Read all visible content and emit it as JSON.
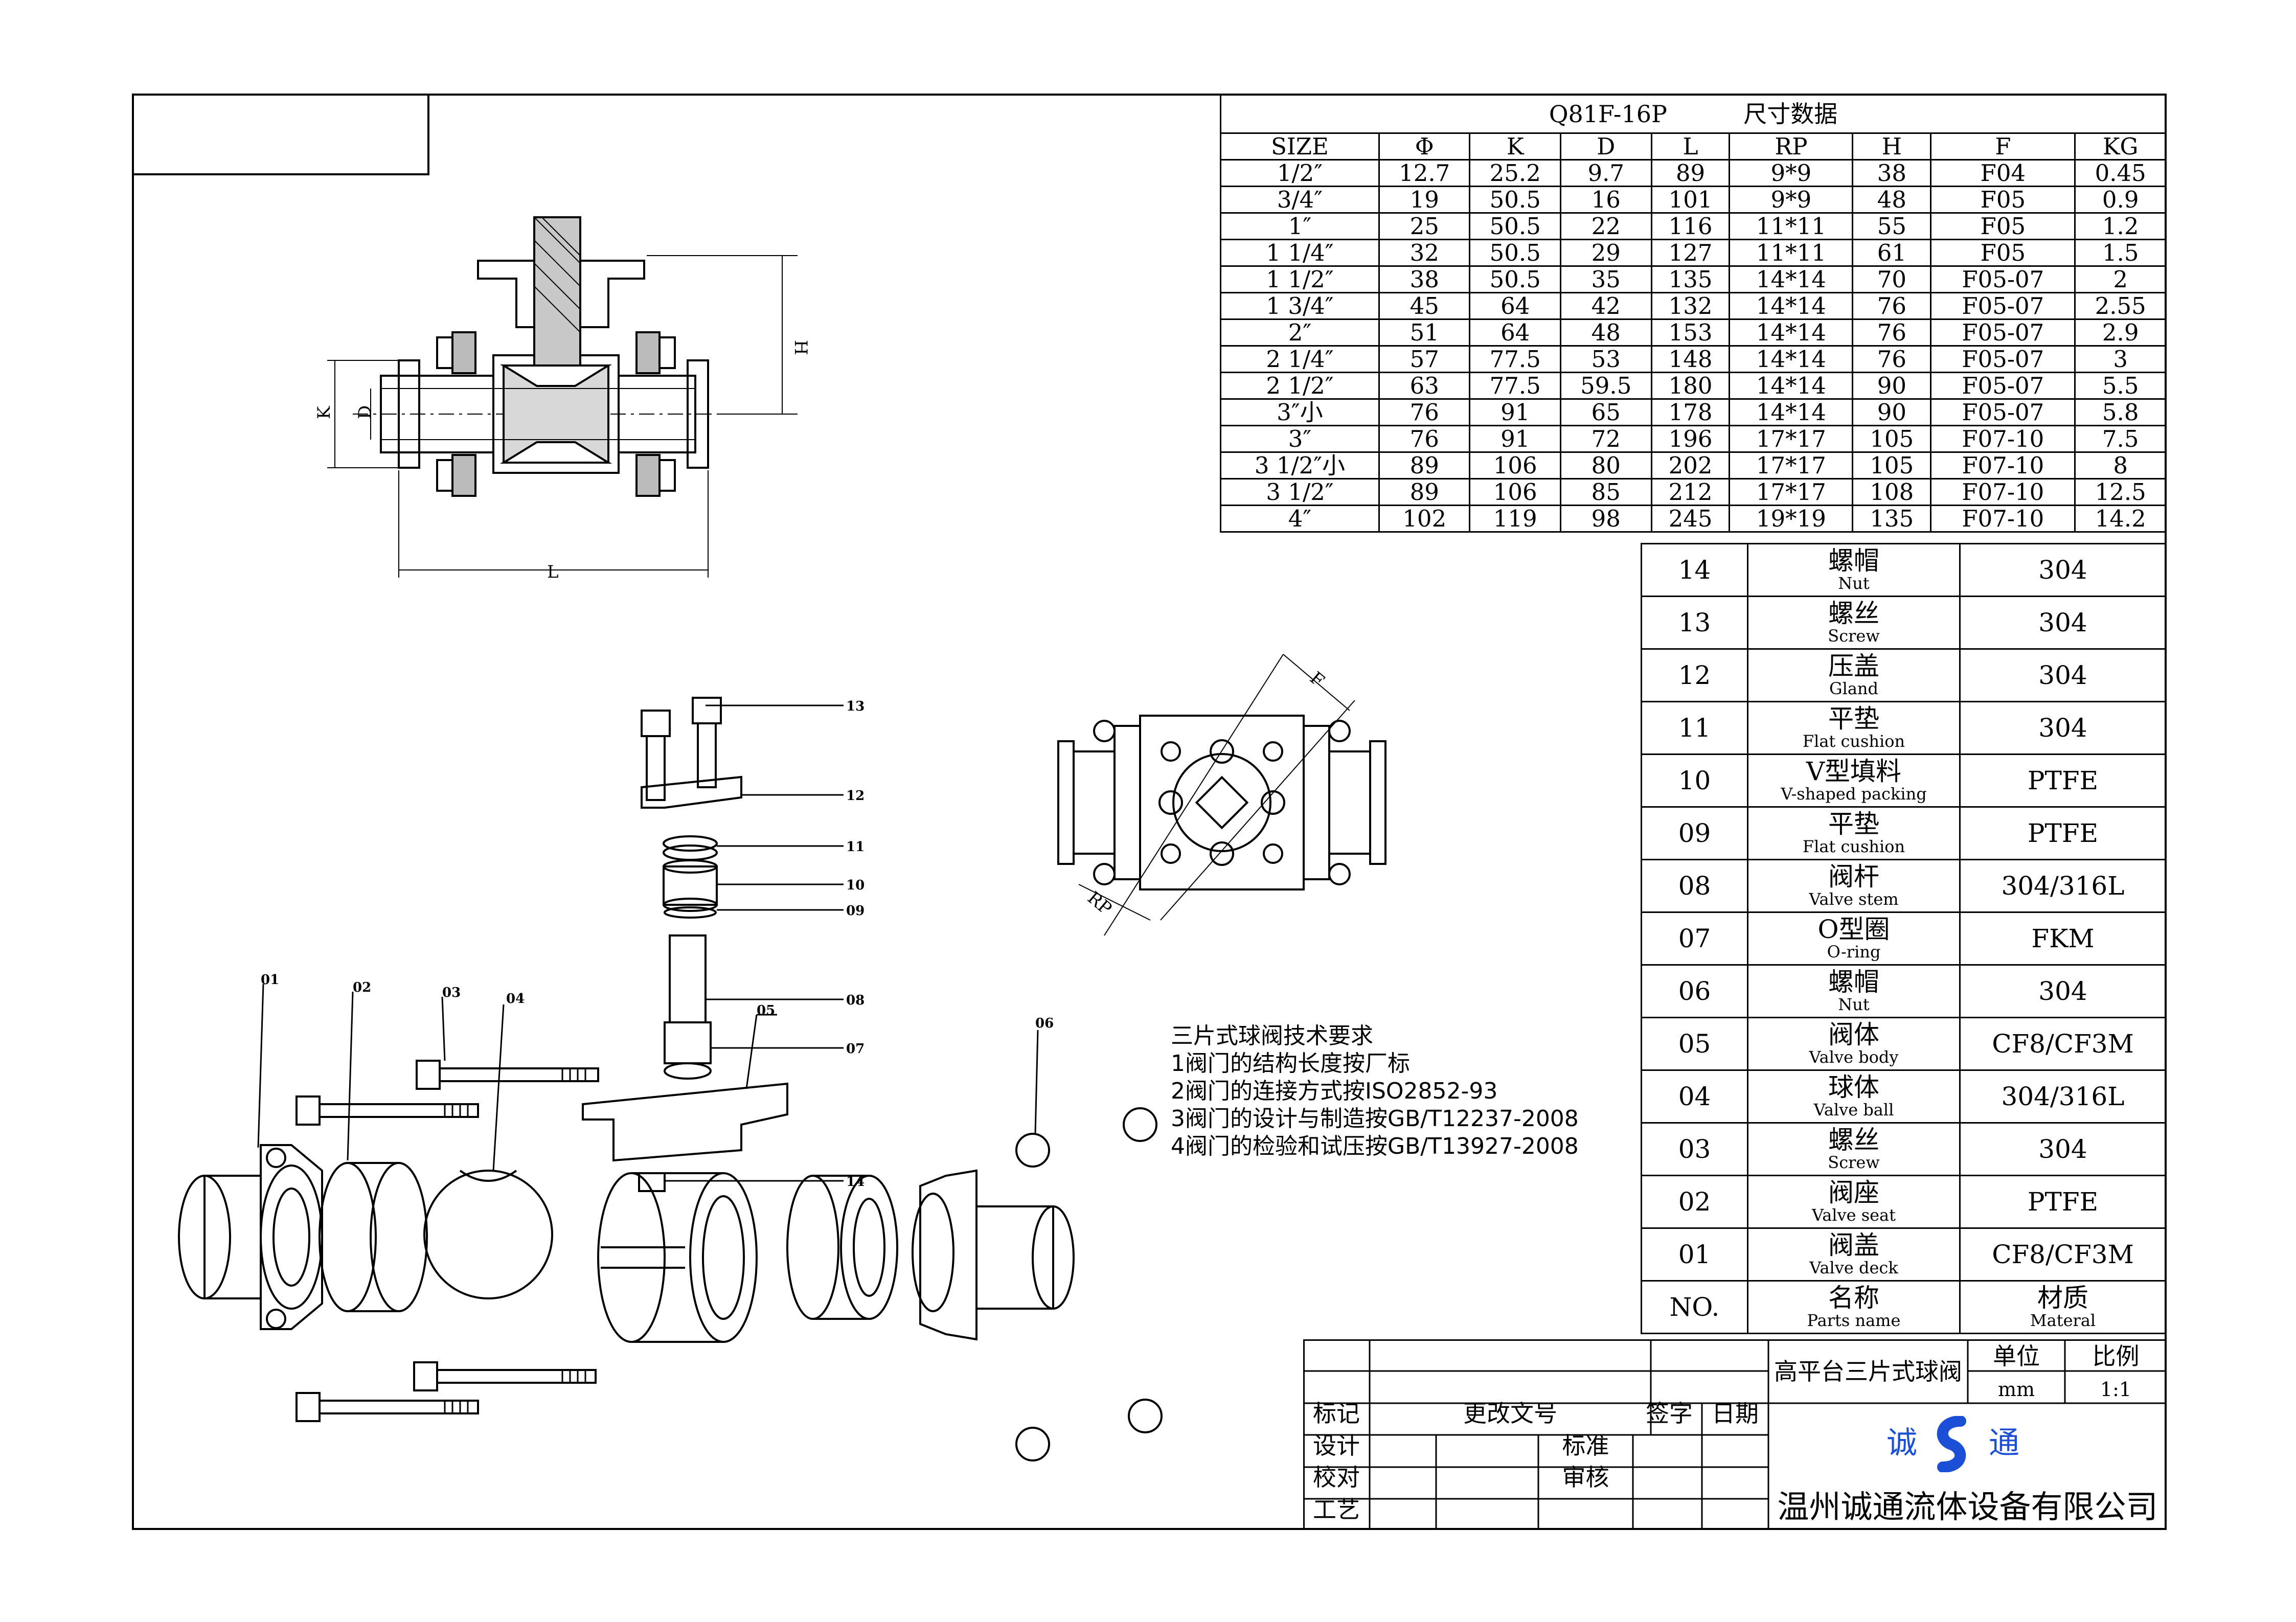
{
  "dimension_table": {
    "title_model": "Q81F-16P",
    "title_text": "尺寸数据",
    "headers": [
      "SIZE",
      "Φ",
      "K",
      "D",
      "L",
      "RP",
      "H",
      "F",
      "KG"
    ],
    "rows": [
      [
        "1/2″",
        "12.7",
        "25.2",
        "9.7",
        "89",
        "9*9",
        "38",
        "F04",
        "0.45"
      ],
      [
        "3/4″",
        "19",
        "50.5",
        "16",
        "101",
        "9*9",
        "48",
        "F05",
        "0.9"
      ],
      [
        "1″",
        "25",
        "50.5",
        "22",
        "116",
        "11*11",
        "55",
        "F05",
        "1.2"
      ],
      [
        "1 1/4″",
        "32",
        "50.5",
        "29",
        "127",
        "11*11",
        "61",
        "F05",
        "1.5"
      ],
      [
        "1 1/2″",
        "38",
        "50.5",
        "35",
        "135",
        "14*14",
        "70",
        "F05-07",
        "2"
      ],
      [
        "1 3/4″",
        "45",
        "64",
        "42",
        "132",
        "14*14",
        "76",
        "F05-07",
        "2.55"
      ],
      [
        "2″",
        "51",
        "64",
        "48",
        "153",
        "14*14",
        "76",
        "F05-07",
        "2.9"
      ],
      [
        "2 1/4″",
        "57",
        "77.5",
        "53",
        "148",
        "14*14",
        "76",
        "F05-07",
        "3"
      ],
      [
        "2 1/2″",
        "63",
        "77.5",
        "59.5",
        "180",
        "14*14",
        "90",
        "F05-07",
        "5.5"
      ],
      [
        "3″小",
        "76",
        "91",
        "65",
        "178",
        "14*14",
        "90",
        "F05-07",
        "5.8"
      ],
      [
        "3″",
        "76",
        "91",
        "72",
        "196",
        "17*17",
        "105",
        "F07-10",
        "7.5"
      ],
      [
        "3 1/2″小",
        "89",
        "106",
        "80",
        "202",
        "17*17",
        "105",
        "F07-10",
        "8"
      ],
      [
        "3 1/2″",
        "89",
        "106",
        "85",
        "212",
        "17*17",
        "108",
        "F07-10",
        "12.5"
      ],
      [
        "4″",
        "102",
        "119",
        "98",
        "245",
        "19*19",
        "135",
        "F07-10",
        "14.2"
      ]
    ]
  },
  "parts_table": {
    "rows": [
      {
        "no": "14",
        "zh": "螺帽",
        "en": "Nut",
        "material": "304"
      },
      {
        "no": "13",
        "zh": "螺丝",
        "en": "Screw",
        "material": "304"
      },
      {
        "no": "12",
        "zh": "压盖",
        "en": "Gland",
        "material": "304"
      },
      {
        "no": "11",
        "zh": "平垫",
        "en": "Flat cushion",
        "material": "304"
      },
      {
        "no": "10",
        "zh": "V型填料",
        "en": "V-shaped packing",
        "material": "PTFE"
      },
      {
        "no": "09",
        "zh": "平垫",
        "en": "Flat cushion",
        "material": "PTFE"
      },
      {
        "no": "08",
        "zh": "阀杆",
        "en": "Valve stem",
        "material": "304/316L"
      },
      {
        "no": "07",
        "zh": "O型圈",
        "en": "O-ring",
        "material": "FKM"
      },
      {
        "no": "06",
        "zh": "螺帽",
        "en": "Nut",
        "material": "304"
      },
      {
        "no": "05",
        "zh": "阀体",
        "en": "Valve body",
        "material": "CF8/CF3M"
      },
      {
        "no": "04",
        "zh": "球体",
        "en": "Valve ball",
        "material": "304/316L"
      },
      {
        "no": "03",
        "zh": "螺丝",
        "en": "Screw",
        "material": "304"
      },
      {
        "no": "02",
        "zh": "阀座",
        "en": "Valve seat",
        "material": "PTFE"
      },
      {
        "no": "01",
        "zh": "阀盖",
        "en": "Valve deck",
        "material": "CF8/CF3M"
      }
    ],
    "header": {
      "no": "NO.",
      "zh": "名称",
      "en": "Parts name",
      "material_zh": "材质",
      "material_en": "Materal"
    }
  },
  "requirements": {
    "title": "三片式球阀技术要求",
    "items": [
      "1阀门的结构长度按厂标",
      "2阀门的连接方式按ISO2852-93",
      "3阀门的设计与制造按GB/T12237-2008",
      "4阀门的检验和试压按GB/T13927-2008"
    ]
  },
  "title_block": {
    "product_name": "高平台三片式球阀",
    "unit_label": "单位",
    "unit_value": "mm",
    "scale_label": "比例",
    "scale_value": "1:1",
    "mark": "标记",
    "change_doc": "更改文号",
    "signature": "签字",
    "date": "日期",
    "design": "设计",
    "standard": "标准",
    "check": "校对",
    "review": "审核",
    "process": "工艺",
    "logo_left": "诚",
    "logo_right": "通",
    "company": "温州诚通流体设备有限公司"
  },
  "drawing": {
    "dim_labels": {
      "K": "K",
      "D": "D",
      "H": "H",
      "L": "L",
      "F": "F",
      "RP": "RP"
    },
    "callouts": [
      "13",
      "12",
      "11",
      "10",
      "09",
      "08",
      "05",
      "07",
      "14",
      "06",
      "01",
      "02",
      "03",
      "04"
    ]
  },
  "colors": {
    "ink": "#000000",
    "paper": "#ffffff"
  }
}
